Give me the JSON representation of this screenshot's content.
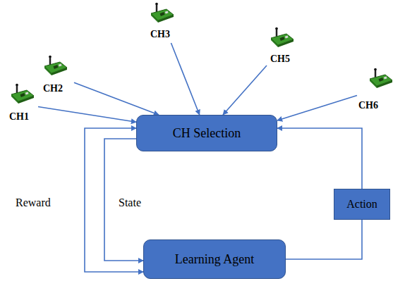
{
  "diagram": {
    "nodes": [
      {
        "text": [
          "CH1"
        ]
      },
      {
        "text": [
          "CH2"
        ]
      },
      {
        "text": [
          "CH3"
        ]
      },
      {
        "text": [
          "CH5"
        ]
      },
      {
        "text": [
          "CH6"
        ]
      },
      {
        "text": [
          "CH Selection"
        ]
      },
      {
        "text": [
          "Action"
        ]
      },
      {
        "text": [
          "Learning Agent"
        ]
      }
    ],
    "edges": [
      {
        "from": 0,
        "to": 5,
        "arrow": "to"
      },
      {
        "from": 1,
        "to": 5,
        "arrow": "to"
      },
      {
        "from": 2,
        "to": 5,
        "arrow": "to"
      },
      {
        "from": 3,
        "to": 5,
        "arrow": "to"
      },
      {
        "from": 4,
        "to": 5,
        "arrow": "to"
      },
      {
        "from": 5,
        "to": 7,
        "label": "State",
        "arrow": "to"
      },
      {
        "from": 5,
        "to": 7,
        "label": "Reward",
        "arrow": "both"
      },
      {
        "from": 7,
        "to": 6,
        "arrow": "none"
      },
      {
        "from": 6,
        "to": 5,
        "arrow": "to"
      }
    ]
  }
}
